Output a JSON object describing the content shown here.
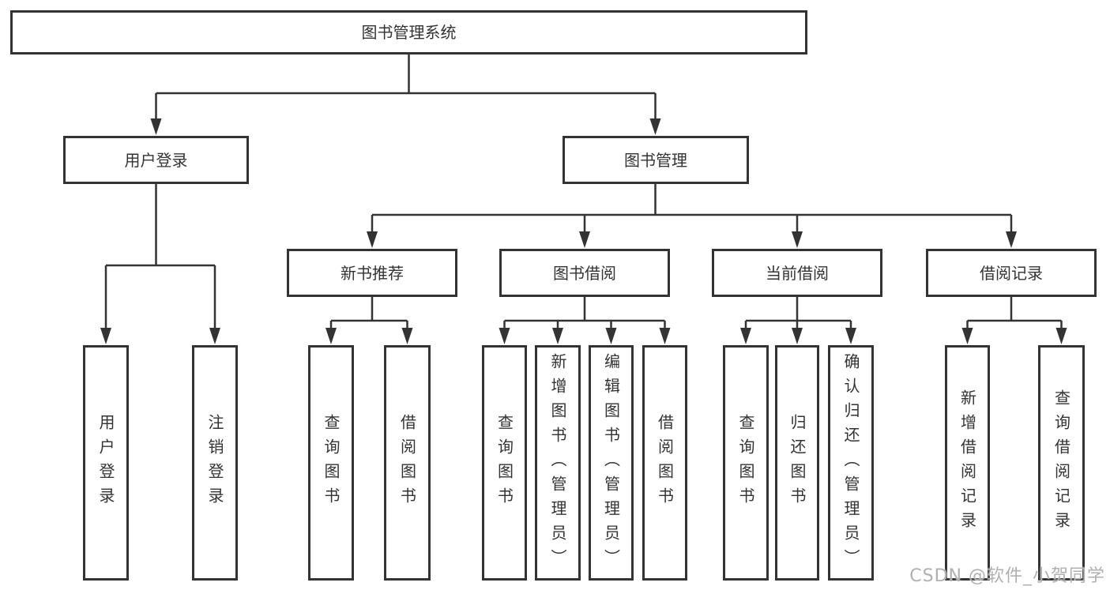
{
  "nodes": {
    "root": "图书管理系统",
    "l2": [
      "用户登录",
      "图书管理"
    ],
    "l3": [
      "新书推荐",
      "图书借阅",
      "当前借阅",
      "借阅记录"
    ],
    "leaves_user": [
      "用户登录",
      "注销登录"
    ],
    "leaves_newbook": [
      "查询图书",
      "借阅图书"
    ],
    "leaves_borrow": [
      "查询图书",
      "新增图书（管理员）",
      "编辑图书（管理员）",
      "借阅图书"
    ],
    "leaves_current": [
      "查询图书",
      "归还图书",
      "确认归还（管理员）"
    ],
    "leaves_records": [
      "新增借阅记录",
      "查询借阅记录"
    ]
  },
  "watermark": "CSDN @软件_小贺同学",
  "colors": {
    "line": "#333333",
    "text": "#333333",
    "box_background": "#ffffff",
    "watermark": "#b0b0b0"
  }
}
